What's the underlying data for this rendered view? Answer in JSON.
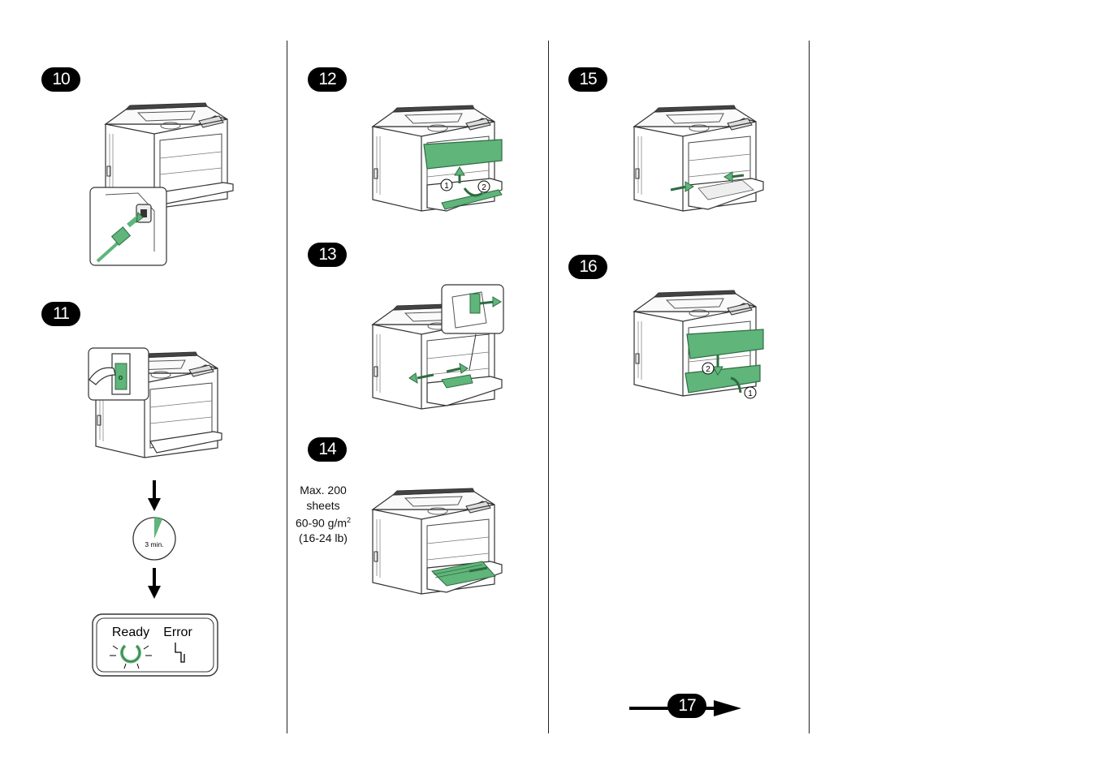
{
  "steps": {
    "s10": "10",
    "s11": "11",
    "s12": "12",
    "s13": "13",
    "s14": "14",
    "s15": "15",
    "s16": "16"
  },
  "timer_label": "3 min.",
  "panel": {
    "ready": "Ready",
    "error": "Error"
  },
  "callouts": {
    "one": "1",
    "two": "2"
  },
  "paper_note": {
    "line1": "Max. 200",
    "line2": "sheets",
    "line3": "60-90 g/m",
    "line3_sup": "2",
    "line4": "(16-24 lb)"
  },
  "next_page": "17",
  "colors": {
    "accent_green": "#5fb57a",
    "ink": "#000000"
  },
  "icons": [
    "printer-illustration",
    "power-cord-icon",
    "power-switch-icon",
    "timer-icon",
    "ready-light-icon",
    "error-light-icon",
    "arrow-down-icon",
    "arrow-right-icon"
  ]
}
